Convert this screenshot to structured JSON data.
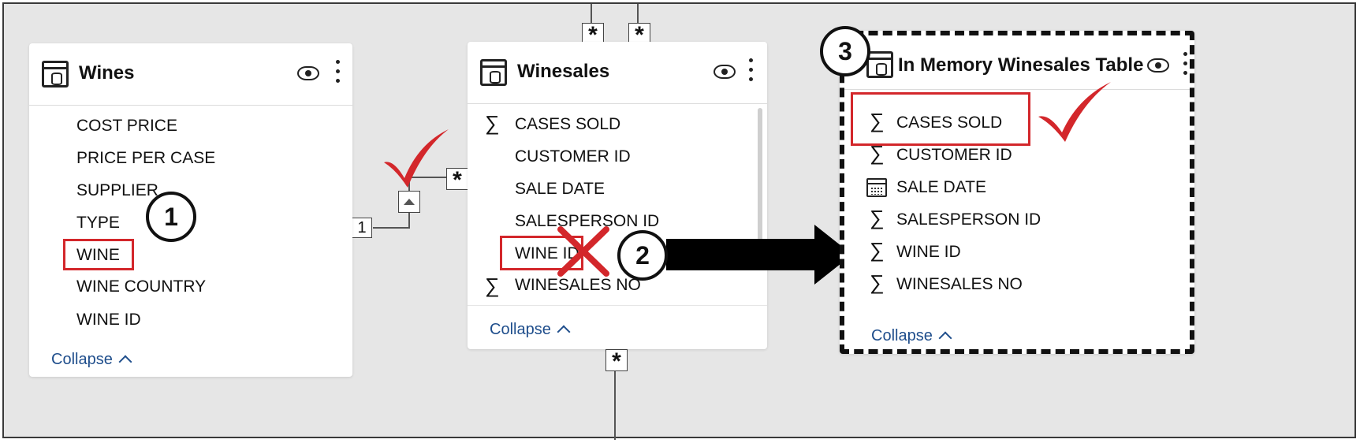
{
  "wines_table": {
    "title": "Wines",
    "fields": [
      "COST PRICE",
      "PRICE PER CASE",
      "SUPPLIER",
      "TYPE",
      "WINE",
      "WINE COUNTRY",
      "WINE ID"
    ],
    "collapse_label": "Collapse"
  },
  "winesales_table": {
    "title": "Winesales",
    "fields": [
      "CASES SOLD",
      "CUSTOMER ID",
      "SALE DATE",
      "SALESPERSON ID",
      "WINE ID",
      "WINESALES NO"
    ],
    "collapse_label": "Collapse"
  },
  "memory_table": {
    "title": "In Memory Winesales Table",
    "fields": [
      "CASES SOLD",
      "CUSTOMER ID",
      "SALE DATE",
      "SALESPERSON ID",
      "WINE ID",
      "WINESALES NO"
    ],
    "collapse_label": "Collapse"
  },
  "relationship": {
    "one_side": "1",
    "many_side": "*",
    "top_left_cardinality": "*",
    "top_right_cardinality": "*",
    "bottom_cardinality": "*"
  },
  "annotations": {
    "step1": "1",
    "step2": "2",
    "step3": "3",
    "highlight_color": "#d3272b",
    "accent_blue": "#1f4e8c"
  }
}
